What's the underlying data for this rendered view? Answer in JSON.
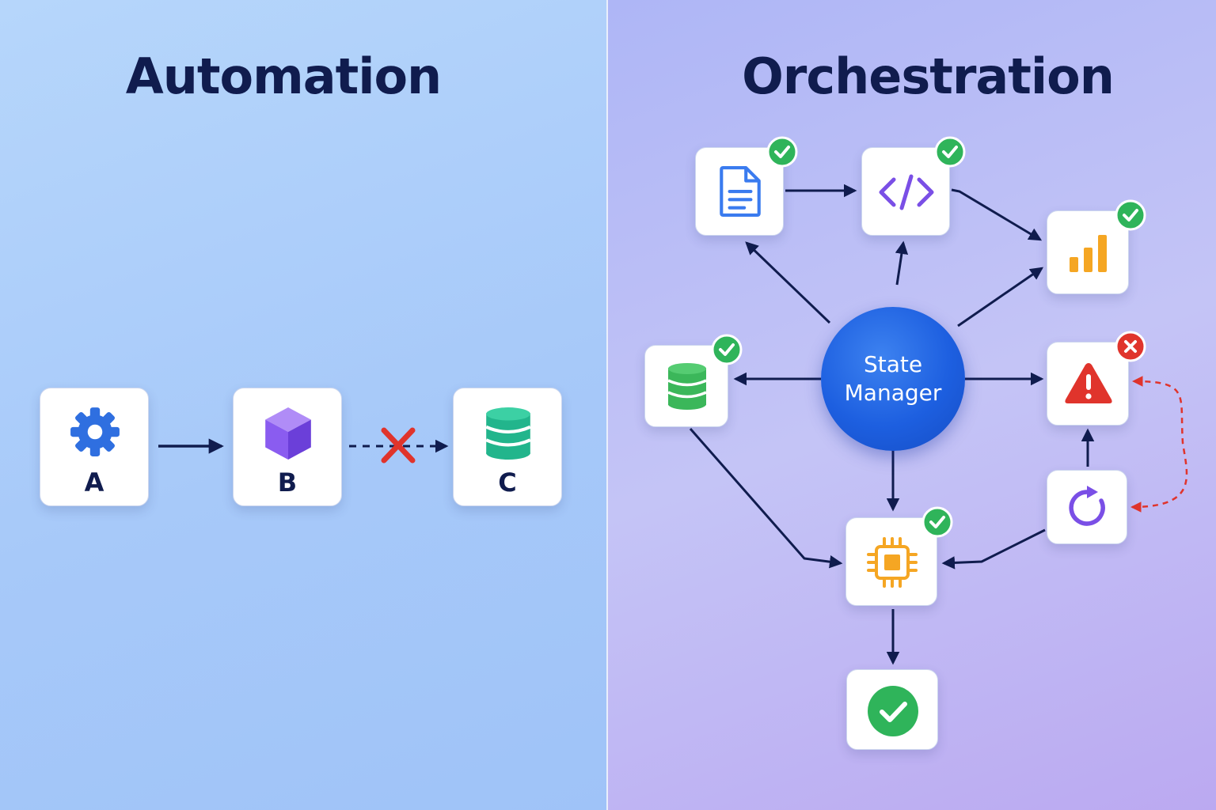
{
  "titles": {
    "automation": "Automation",
    "orchestration": "Orchestration"
  },
  "automation": {
    "nodes": [
      {
        "label": "A",
        "icon": "gear-icon"
      },
      {
        "label": "B",
        "icon": "cube-icon"
      },
      {
        "label": "C",
        "icon": "database-icon"
      }
    ],
    "links": [
      {
        "from": "A",
        "to": "B",
        "style": "solid"
      },
      {
        "from": "B",
        "to": "C",
        "style": "dashed",
        "status": "failed"
      }
    ]
  },
  "orchestration": {
    "hub": {
      "line1": "State",
      "line2": "Manager"
    },
    "nodes": [
      {
        "icon": "document-icon",
        "status": "success"
      },
      {
        "icon": "code-icon",
        "status": "success"
      },
      {
        "icon": "bar-chart-icon",
        "status": "success"
      },
      {
        "icon": "database-icon",
        "status": "success"
      },
      {
        "icon": "warning-icon",
        "status": "error"
      },
      {
        "icon": "retry-icon"
      },
      {
        "icon": "cpu-icon",
        "status": "success"
      },
      {
        "icon": "check-circle-icon"
      }
    ]
  },
  "colors": {
    "navy": "#101c4e",
    "hub": "#1d5fe0",
    "success": "#2fb45a",
    "error": "#e0342c",
    "gear": "#2f6fe0",
    "cube": "#8a5cf0",
    "db_teal": "#22b58c",
    "db_green": "#3bb75a",
    "doc": "#3a7bef",
    "code": "#7a4fe6",
    "chart": "#f5a623",
    "cpu": "#f5a623",
    "retry": "#7a4fe6"
  }
}
